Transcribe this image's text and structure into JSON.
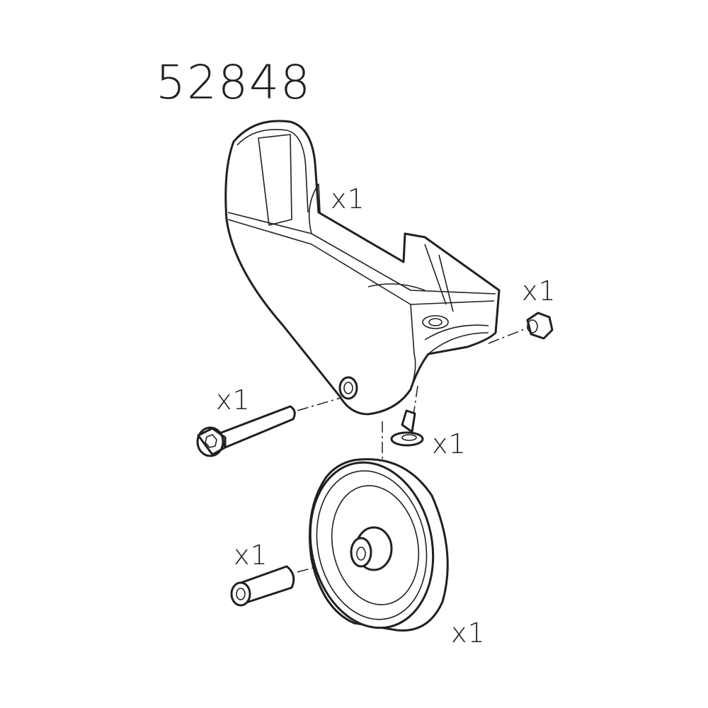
{
  "part_number": "52848",
  "parts": [
    {
      "name": "housing",
      "quantity_label": "x1"
    },
    {
      "name": "nut",
      "quantity_label": "x1"
    },
    {
      "name": "bolt",
      "quantity_label": "x1"
    },
    {
      "name": "rivet",
      "quantity_label": "x1"
    },
    {
      "name": "axle-sleeve",
      "quantity_label": "x1"
    },
    {
      "name": "wheel",
      "quantity_label": "x1"
    }
  ]
}
